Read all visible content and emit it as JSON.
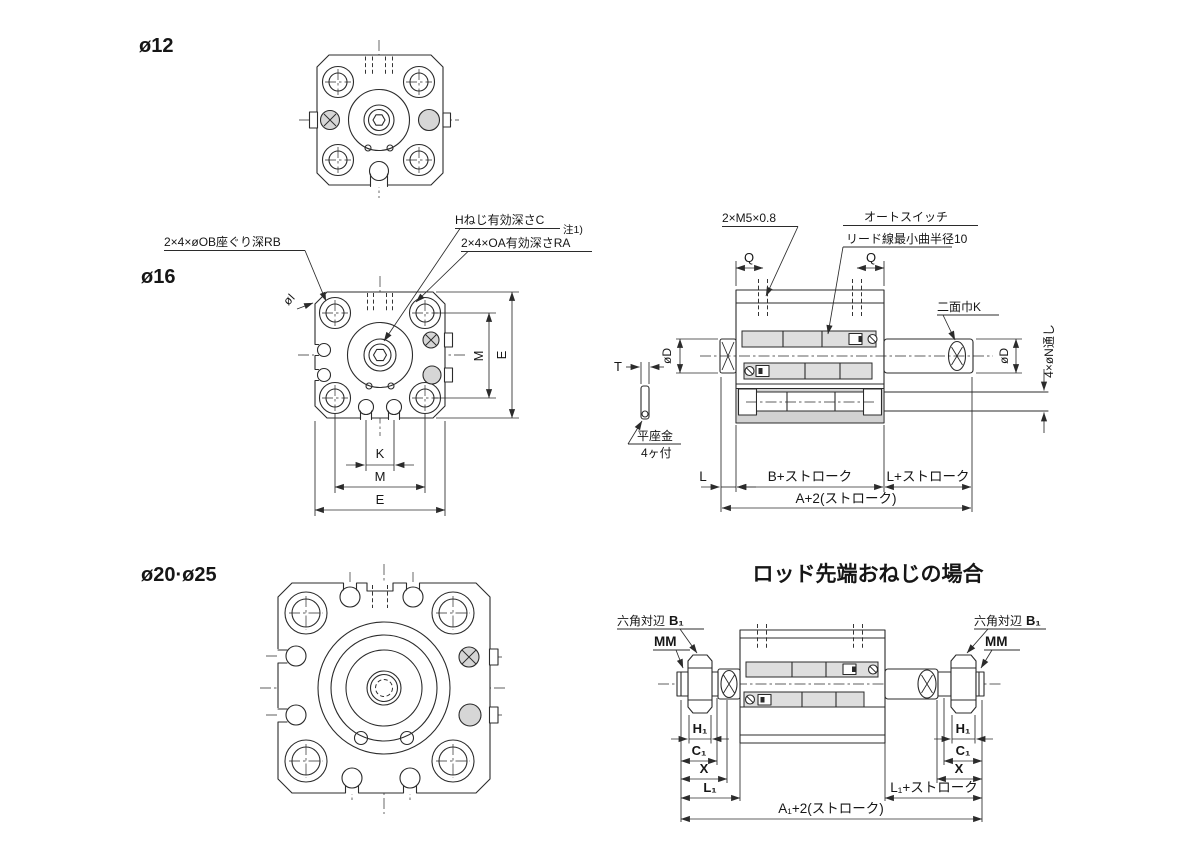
{
  "views": {
    "bore12": {
      "label": "ø12"
    },
    "bore16": {
      "label": "ø16",
      "callout_counterbore": "2×4×øOB座ぐり深RB",
      "callout_rod_thread": "Hねじ有効深さC",
      "callout_note": "注1)",
      "callout_mount_thread": "2×4×OA有効深さRA",
      "callout_corner": "øI",
      "dim_m_vertical": "M",
      "dim_e_vertical": "E",
      "dim_k": "K",
      "dim_m_horizontal": "M",
      "dim_e_horizontal": "E"
    },
    "side16": {
      "callout_port": "2×M5×0.8",
      "callout_autoswitch_line1": "オートスイッチ",
      "callout_autoswitch_line2": "リード線最小曲半径10",
      "callout_rod_flats": "二面巾K",
      "callout_through_hole": "4×øN通し",
      "washer_label_line1": "平座金",
      "washer_label_line2": "4ヶ付",
      "dim_q_left": "Q",
      "dim_q_right": "Q",
      "dim_rod_dia_left": "øD",
      "dim_rod_dia_right": "øD",
      "dim_washer_t": "T",
      "dim_l": "L",
      "dim_b_stroke": "B+ストローク",
      "dim_l_stroke": "L+ストローク",
      "dim_a_stroke": "A+2(ストローク)"
    },
    "bore2025": {
      "label": "ø20·ø25"
    },
    "rod_end_thread": {
      "title": "ロッド先端おねじの場合",
      "callout_hex_left": "六角対辺",
      "callout_hex_left_bold": "B₁",
      "callout_mm_left": "MM",
      "callout_hex_right": "六角対辺",
      "callout_hex_right_bold": "B₁",
      "callout_mm_right": "MM",
      "dim_h1_left": "H₁",
      "dim_c1_left": "C₁",
      "dim_x_left": "X",
      "dim_l1_left": "L₁",
      "dim_h1_right": "H₁",
      "dim_c1_right": "C₁",
      "dim_x_right": "X",
      "dim_l1_stroke": "L₁+ストローク",
      "dim_a1_stroke": "A₁+2(ストローク)"
    }
  }
}
